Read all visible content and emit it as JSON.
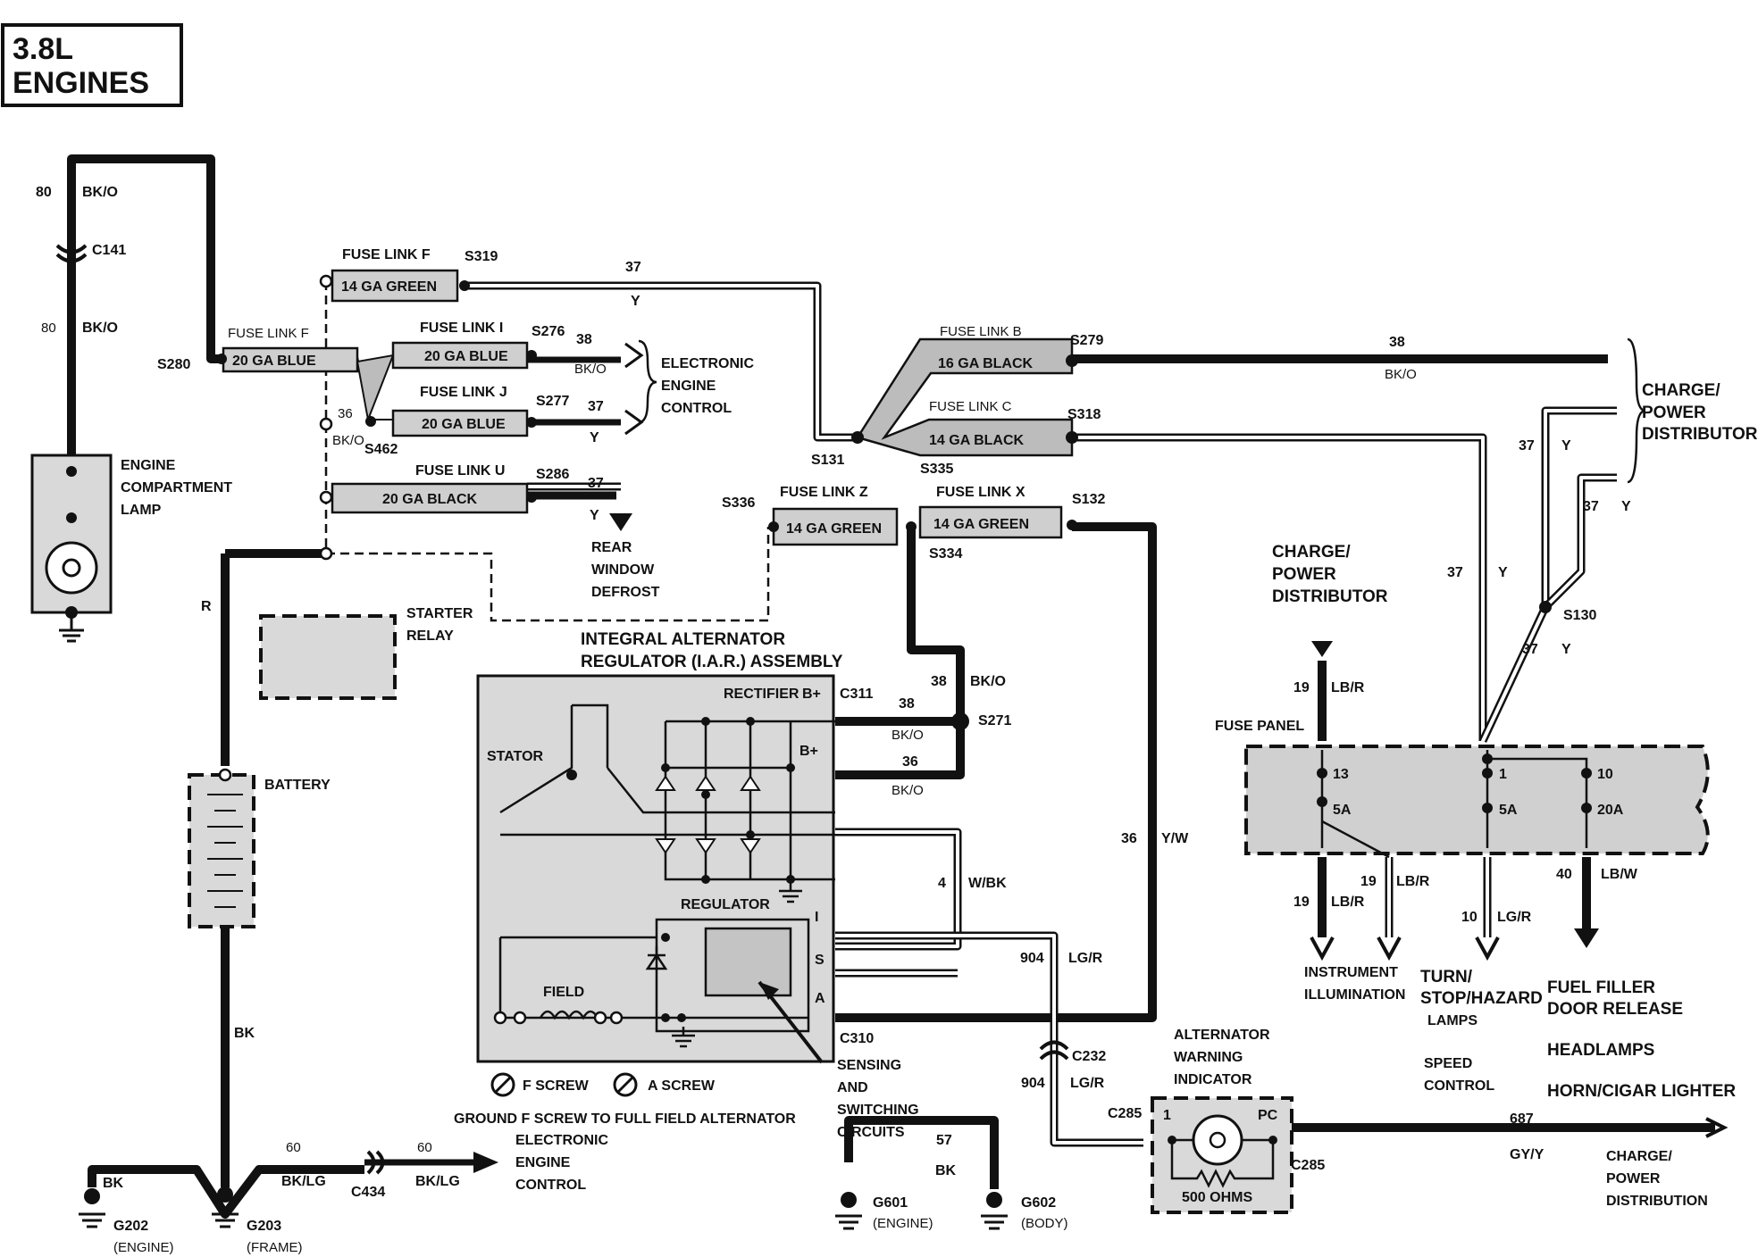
{
  "title": {
    "line1": "3.8L",
    "line2": "ENGINES"
  },
  "fuse_links": {
    "f_top": {
      "name": "FUSE LINK F",
      "splice": "S319",
      "gauge": "14 GA GREEN"
    },
    "f_left": {
      "name": "FUSE LINK F",
      "splice": "S280",
      "gauge": "20 GA BLUE"
    },
    "i": {
      "name": "FUSE LINK I",
      "splice": "S276",
      "gauge": "20 GA BLUE"
    },
    "j": {
      "name": "FUSE LINK J",
      "splice": "S277",
      "gauge": "20 GA BLUE"
    },
    "u": {
      "name": "FUSE LINK U",
      "splice": "S286",
      "gauge": "20 GA BLACK"
    },
    "b": {
      "name": "FUSE LINK B",
      "splice": "S279",
      "gauge": "16 GA BLACK"
    },
    "c": {
      "name": "FUSE LINK C",
      "splice": "S318",
      "gauge": "14 GA BLACK"
    },
    "z": {
      "name": "FUSE LINK Z",
      "splice": "S336",
      "gauge": "14 GA GREEN"
    },
    "x": {
      "name": "FUSE LINK X",
      "splice": "S132",
      "gauge": "14 GA GREEN"
    }
  },
  "splices": {
    "s462": "S462",
    "s131": "S131",
    "s335": "S335",
    "s334": "S334",
    "s271": "S271",
    "s130": "S130"
  },
  "connectors": {
    "c141": "C141",
    "c311": "C311",
    "c310": "C310",
    "c232": "C232",
    "c285a": "C285",
    "c285b": "C285",
    "c434": "C434"
  },
  "wires": {
    "w80a": {
      "num": "80",
      "color": "BK/O"
    },
    "w80b": {
      "num": "80",
      "color": "BK/O"
    },
    "w37_top": {
      "num": "37",
      "color": "Y"
    },
    "w38_i": {
      "num": "38",
      "color": "BK/O"
    },
    "w37_j": {
      "num": "37",
      "color": "Y"
    },
    "w36_splice": {
      "num": "36",
      "color": "BK/O"
    },
    "w37_u": {
      "num": "37",
      "color": "Y"
    },
    "w38_b": {
      "num": "38",
      "color": "BK/O"
    },
    "w37_r1": {
      "num": "37",
      "color": "Y"
    },
    "w37_r2": {
      "num": "37",
      "color": "Y"
    },
    "w37_r3": {
      "num": "37",
      "color": "Y"
    },
    "w37_r4": {
      "num": "37",
      "color": "Y"
    },
    "w38_z": {
      "num": "38",
      "color": "BK/O"
    },
    "w38_c311": {
      "num": "38",
      "color": "BK/O"
    },
    "w36_b": {
      "num": "36",
      "color": "BK/O"
    },
    "w36_yw": {
      "num": "36",
      "color": "Y/W"
    },
    "w4": {
      "num": "4",
      "color": "W/BK"
    },
    "w904a": {
      "num": "904",
      "color": "LG/R"
    },
    "w904b": {
      "num": "904",
      "color": "LG/R"
    },
    "w19a": {
      "num": "19",
      "color": "LB/R"
    },
    "w19b": {
      "num": "19",
      "color": "LB/R"
    },
    "w19c": {
      "num": "19",
      "color": "LB/R"
    },
    "w10": {
      "num": "10",
      "color": "LG/R"
    },
    "w40": {
      "num": "40",
      "color": "LB/W"
    },
    "w687": {
      "num": "687",
      "color": "GY/Y"
    },
    "w60a": {
      "num": "60",
      "color": "BK/LG"
    },
    "w60b": {
      "num": "60",
      "color": "BK/LG"
    },
    "w57": {
      "num": "57",
      "color": "BK"
    },
    "r": {
      "color": "R"
    },
    "bk_batt": {
      "color": "BK"
    },
    "bk_g202": {
      "color": "BK"
    }
  },
  "components": {
    "lamp": {
      "l1": "ENGINE",
      "l2": "COMPARTMENT",
      "l3": "LAMP"
    },
    "starter": {
      "l1": "STARTER",
      "l2": "RELAY"
    },
    "battery": "BATTERY",
    "iar": {
      "l1": "INTEGRAL ALTERNATOR",
      "l2": "REGULATOR (I.A.R.) ASSEMBLY"
    },
    "stator": "STATOR",
    "rectifier": "RECTIFIER",
    "bplus1": "B+",
    "bplus2": "B+",
    "regulator": "REGULATOR",
    "field": "FIELD",
    "term_i": "I",
    "term_s": "S",
    "term_a": "A",
    "fscrew": "F SCREW",
    "ascrew": "A SCREW",
    "ground_note": "GROUND F SCREW TO FULL FIELD ALTERNATOR",
    "sensing": {
      "l1": "SENSING",
      "l2": "AND",
      "l3": "SWITCHING",
      "l4": "CIRCUITS"
    },
    "warning": {
      "l1": "ALTERNATOR",
      "l2": "WARNING",
      "l3": "INDICATOR",
      "ohms": "500 OHMS",
      "pin1": "1",
      "pc": "PC"
    },
    "fuse_panel": {
      "label": "FUSE PANEL",
      "f13": "13",
      "f5a_l": "5A",
      "f1": "1",
      "f5a_r": "5A",
      "f10": "10",
      "f20a": "20A"
    }
  },
  "destinations": {
    "eec1": {
      "l1": "ELECTRONIC",
      "l2": "ENGINE",
      "l3": "CONTROL"
    },
    "defrost": {
      "l1": "REAR",
      "l2": "WINDOW",
      "l3": "DEFROST"
    },
    "cpd_right": {
      "l1": "CHARGE/",
      "l2": "POWER",
      "l3": "DISTRIBUTOR"
    },
    "cpd_mid": {
      "l1": "CHARGE/",
      "l2": "POWER",
      "l3": "DISTRIBUTOR"
    },
    "instr": {
      "l1": "INSTRUMENT",
      "l2": "ILLUMINATION"
    },
    "turn": {
      "l1": "TURN/",
      "l2": "STOP/HAZARD",
      "l3": "LAMPS"
    },
    "speed": {
      "l1": "SPEED",
      "l2": "CONTROL"
    },
    "fuel": {
      "l1": "FUEL FILLER",
      "l2": "DOOR RELEASE"
    },
    "headlamps": "HEADLAMPS",
    "horn": "HORN/CIGAR LIGHTER",
    "cpd_bottom": {
      "l1": "CHARGE/",
      "l2": "POWER",
      "l3": "DISTRIBUTION"
    },
    "eec2": {
      "l1": "ELECTRONIC",
      "l2": "ENGINE",
      "l3": "CONTROL"
    }
  },
  "grounds": {
    "g202": {
      "id": "G202",
      "loc": "(ENGINE)"
    },
    "g203": {
      "id": "G203",
      "loc": "(FRAME)"
    },
    "g601": {
      "id": "G601",
      "loc": "(ENGINE)"
    },
    "g602": {
      "id": "G602",
      "loc": "(BODY)"
    }
  }
}
